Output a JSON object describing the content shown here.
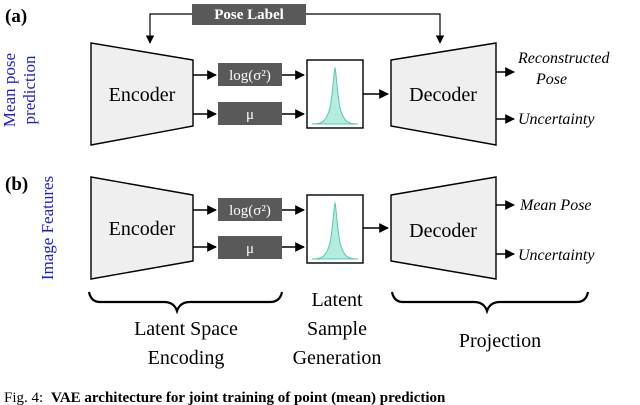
{
  "panel_a": {
    "label": "(a)",
    "side_label_1": "Mean pose",
    "side_label_2": "prediction",
    "pose_label": "Pose Label",
    "encoder": "Encoder",
    "logvar": "log(σ²)",
    "mu": "μ",
    "decoder": "Decoder",
    "out_1a": "Reconstructed",
    "out_1b": "Pose",
    "out_2": "Uncertainty"
  },
  "panel_b": {
    "label": "(b)",
    "side_label": "Image Features",
    "encoder": "Encoder",
    "logvar": "log(σ²)",
    "mu": "μ",
    "decoder": "Decoder",
    "out_1": "Mean Pose",
    "out_2": "Uncertainty"
  },
  "bottom": {
    "group1_line1": "Latent Space",
    "group1_line2": "Encoding",
    "group2_line1": "Latent",
    "group2_line2": "Sample",
    "group2_line3": "Generation",
    "group3": "Projection"
  },
  "caption": {
    "prefix": "Fig. 4:",
    "bold": "VAE architecture for joint training of point (mean) prediction"
  },
  "colors": {
    "accent_blue": "#2020d0",
    "box_grey": "#595959",
    "trap_grey": "#efefef",
    "gauss_fill": "#b4ece0",
    "gauss_line": "#58c8b0"
  }
}
